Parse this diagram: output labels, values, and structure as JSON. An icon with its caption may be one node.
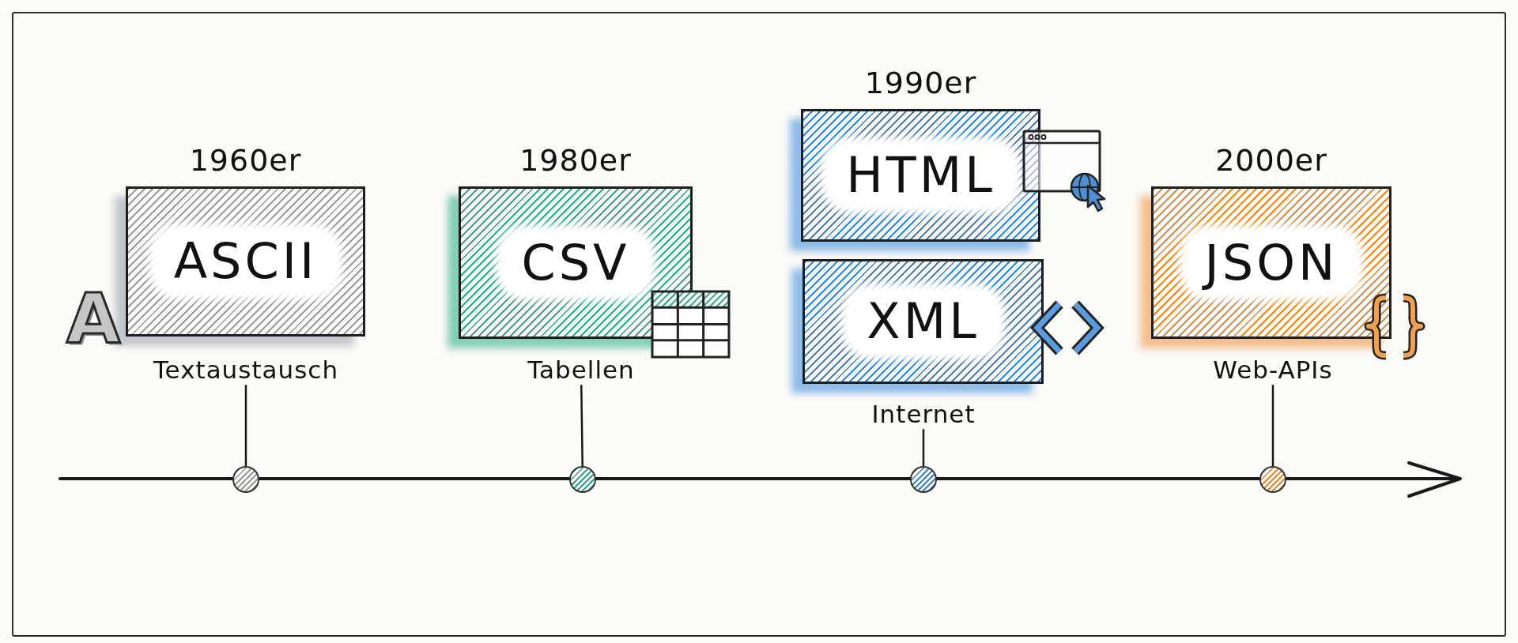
{
  "diagram": {
    "nodes": [
      {
        "text": [
          "1960er",
          "ASCII"
        ]
      },
      {
        "text": [
          "Textaustausch"
        ]
      },
      {
        "text": [],
        "shape": "circle"
      },
      {
        "text": [
          "1980er",
          "CSV"
        ]
      },
      {
        "text": [
          "Tabellen"
        ]
      },
      {
        "text": [],
        "shape": "circle"
      },
      {
        "text": [
          "1990er",
          "HTML"
        ]
      },
      {
        "text": [
          "XML"
        ]
      },
      {
        "text": [
          "Internet"
        ]
      },
      {
        "text": [],
        "shape": "circle"
      },
      {
        "text": [
          "2000er",
          "JSON"
        ]
      },
      {
        "text": [
          "Web-APIs"
        ]
      },
      {
        "text": [],
        "shape": "circle"
      }
    ],
    "edges": [
      {
        "from": 1,
        "to": 2,
        "arrow": "none"
      },
      {
        "from": 4,
        "to": 5,
        "arrow": "none"
      },
      {
        "from": 8,
        "to": 9,
        "arrow": "none"
      },
      {
        "from": 11,
        "to": 12,
        "arrow": "none"
      }
    ],
    "labels": [
      "A"
    ]
  }
}
